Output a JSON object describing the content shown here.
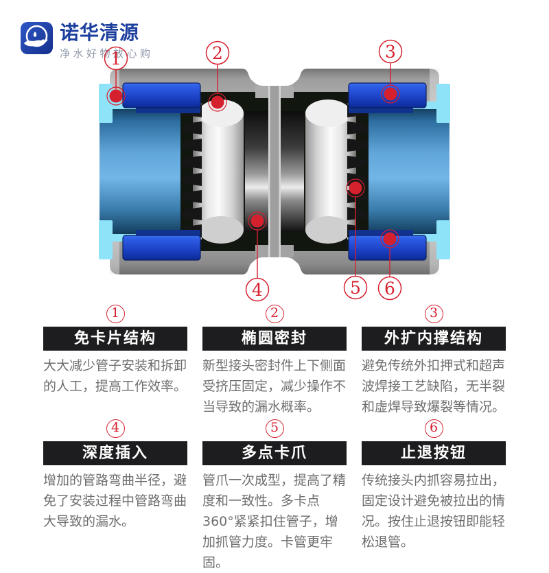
{
  "brand": {
    "name": "诺华清源",
    "tagline": "净水好物放心购"
  },
  "diagram": {
    "callouts": [
      "1",
      "2",
      "3",
      "4",
      "5",
      "6"
    ]
  },
  "features": [
    {
      "num": "1",
      "title": "免卡片结构",
      "desc": "大大减少管子安装和拆卸的人工，提高工作效率。"
    },
    {
      "num": "2",
      "title": "椭圆密封",
      "desc": "新型接头密封件上下侧面受挤压固定，减少操作不当导致的漏水概率。"
    },
    {
      "num": "3",
      "title": "外扩内撑结构",
      "desc": "避免传统外扣押式和超声波焊接工艺缺陷，无半裂和虚焊导致爆裂等情况。"
    },
    {
      "num": "4",
      "title": "深度插入",
      "desc": "增加的管路弯曲半径，避免了安装过程中管路弯曲大导致的漏水。"
    },
    {
      "num": "5",
      "title": "多点卡爪",
      "desc": "管爪一次成型，提高了精度和一致性。多卡点360°紧紧扣住管子，增加抓管力度。卡管更牢固。"
    },
    {
      "num": "6",
      "title": "止退按钮",
      "desc": "传统接头内抓容易拉出，固定设计避免被拉出的情况。按住止退按钮即能轻松退管。"
    }
  ],
  "colors": {
    "accent_red": "#d5202e",
    "bar_black": "#1d1d1f",
    "brand_blue": "#1c3f9e",
    "tagline_gray": "#8d97a9",
    "pipe_cyan": "#8ee3f9",
    "pipe_blue": "#5fa5d8",
    "collet_blue": "#1c46cf",
    "body_gray": "#c3c3c3",
    "desc_gray": "#6e6e6e"
  }
}
